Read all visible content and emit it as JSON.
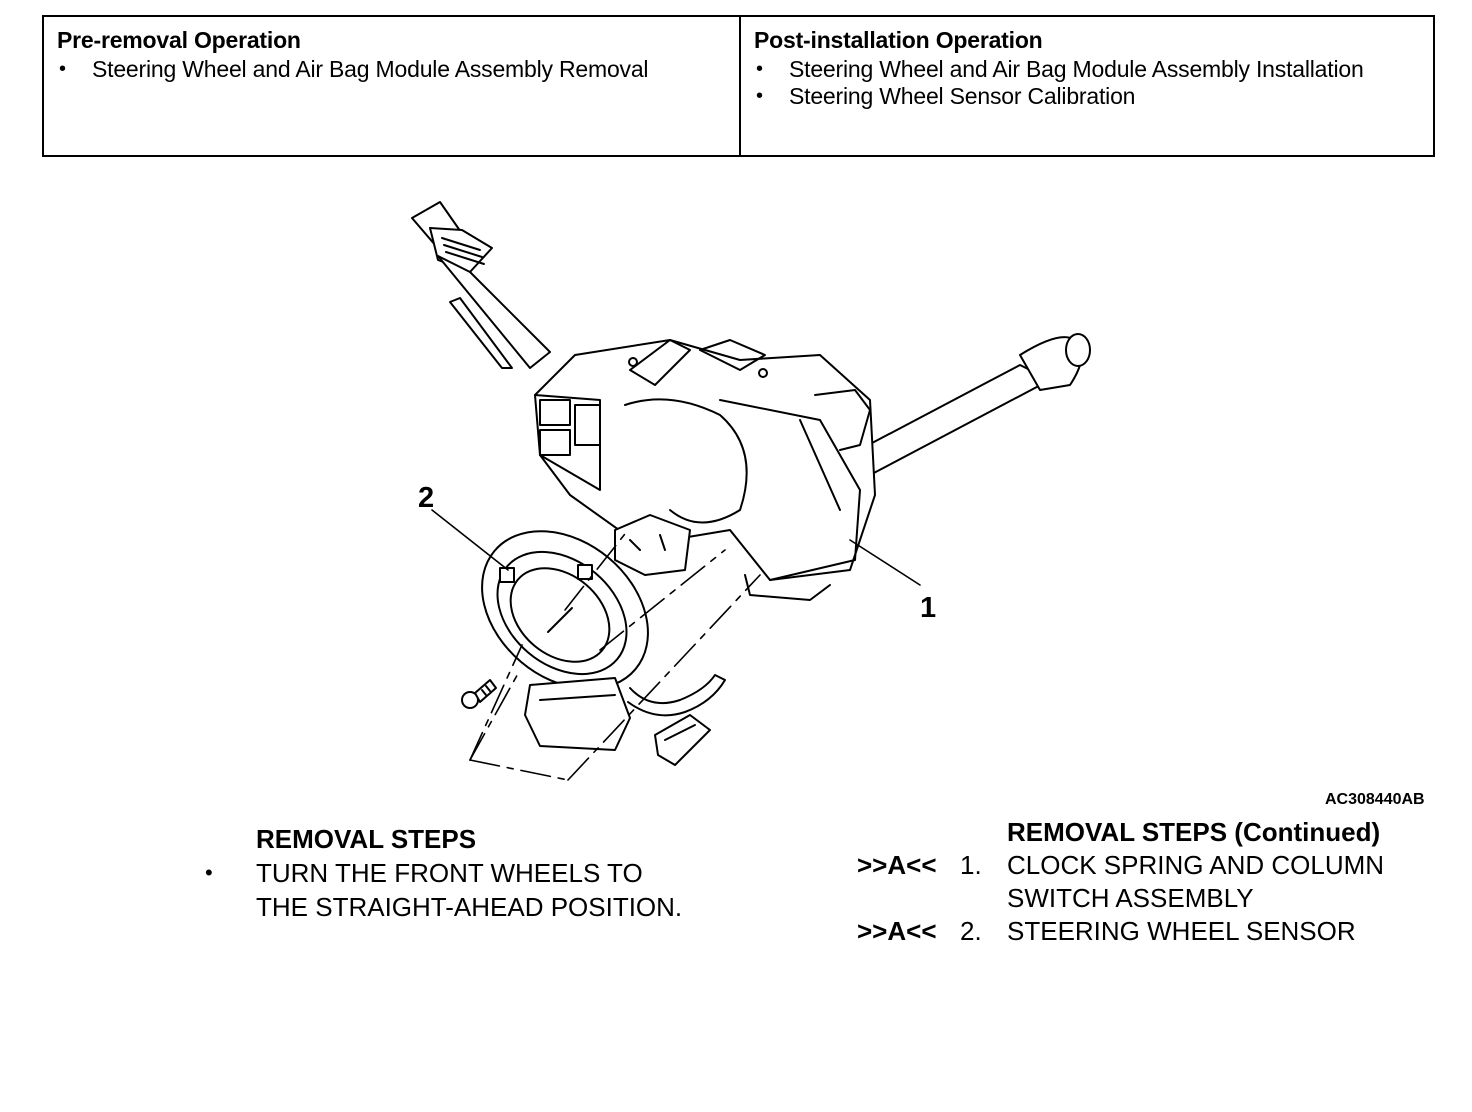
{
  "operations": {
    "pre_removal": {
      "title": "Pre-removal Operation",
      "items": [
        "Steering Wheel and Air Bag Module Assembly Removal"
      ]
    },
    "post_installation": {
      "title": "Post-installation Operation",
      "items": [
        "Steering Wheel and Air Bag Module Assembly Installation",
        "Steering Wheel Sensor Calibration"
      ]
    },
    "bullet": "•"
  },
  "figure": {
    "callouts": [
      "1",
      "2"
    ],
    "code": "AC308440AB"
  },
  "removal_steps": {
    "heading": "REMOVAL STEPS",
    "bullet": "•",
    "preliminary": [
      "TURN THE FRONT WHEELS TO",
      "THE STRAIGHT-AHEAD POSITION."
    ]
  },
  "removal_steps_continued": {
    "heading": "REMOVAL STEPS (Continued)",
    "steps": [
      {
        "ref": ">>A<<",
        "number": "1.",
        "lines": [
          "CLOCK SPRING AND COLUMN",
          "SWITCH ASSEMBLY"
        ]
      },
      {
        "ref": ">>A<<",
        "number": "2.",
        "lines": [
          "STEERING WHEEL SENSOR"
        ]
      }
    ]
  }
}
